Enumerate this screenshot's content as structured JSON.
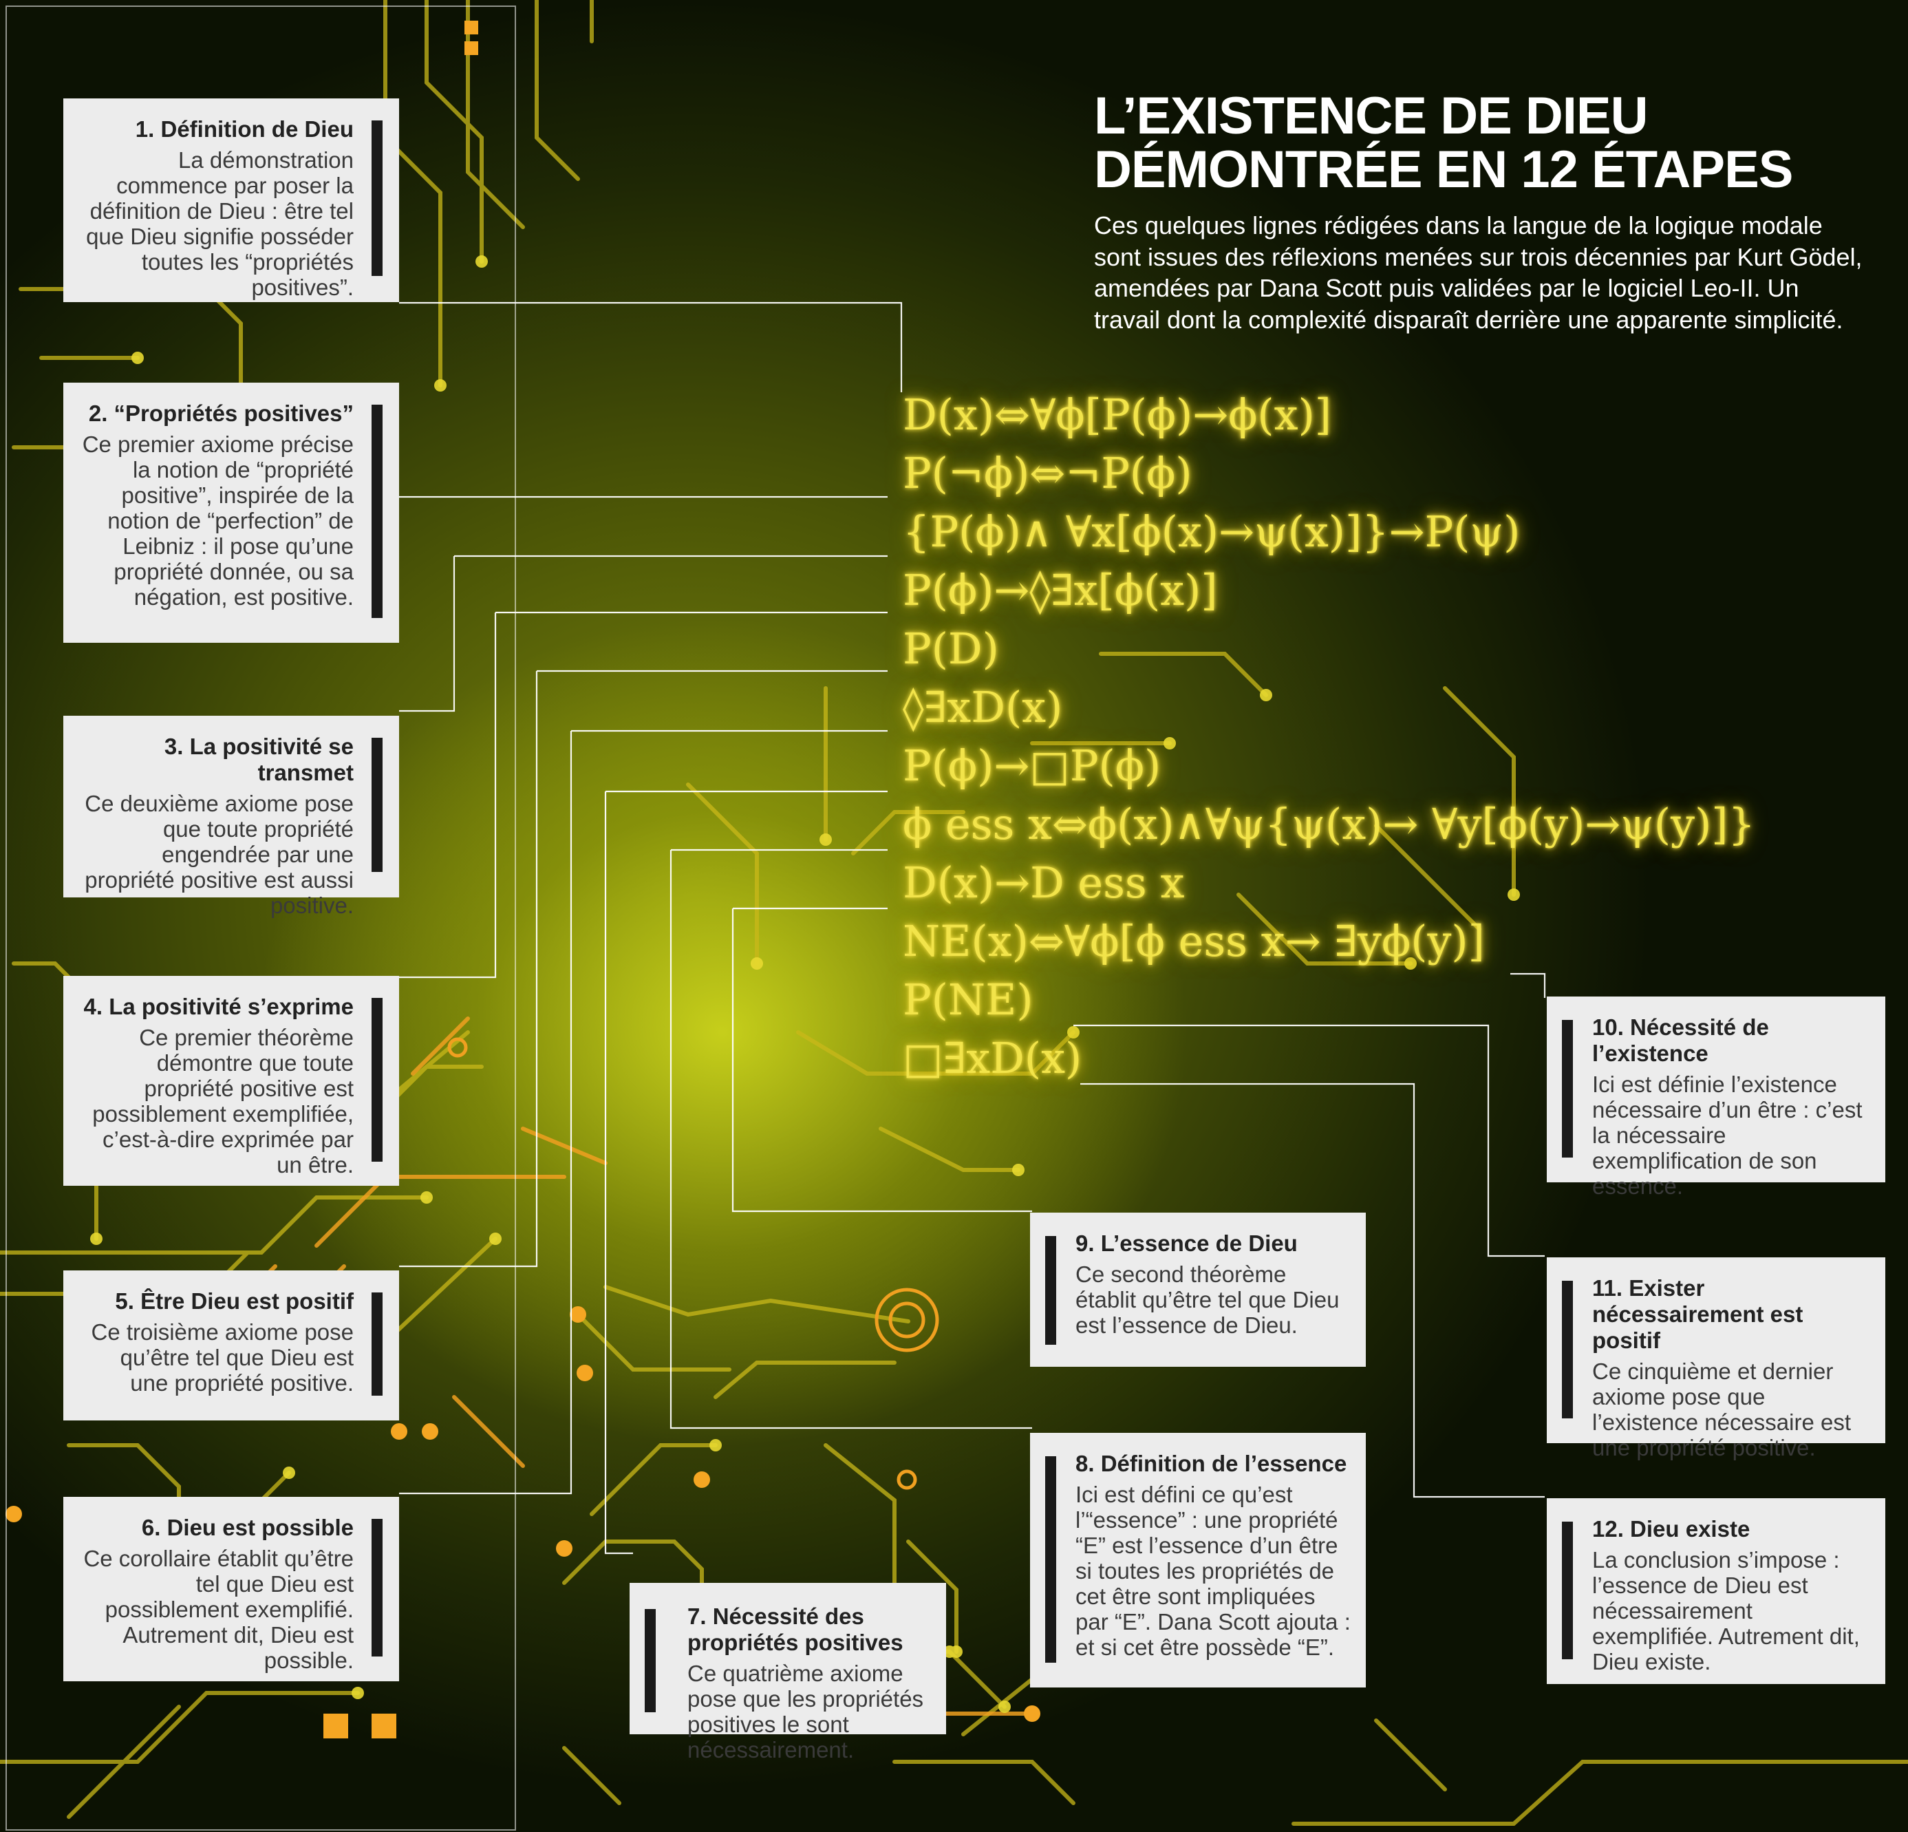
{
  "header": {
    "title_line1": "L’EXISTENCE DE DIEU",
    "title_line2": "DÉMONTRÉE EN 12 ÉTAPES",
    "intro": "Ces quelques lignes rédigées dans la langue de la logique modale sont issues des réflexions menées sur trois décennies par Kurt Gödel, amendées par Dana Scott puis validées par le logiciel Leo-II. Un travail dont la complexité disparaît derrière une apparente simplicité."
  },
  "formulas": [
    "D(x)⇔∀ϕ[P(ϕ)→ϕ(x)]",
    "P(¬ϕ)⇔¬P(ϕ)",
    "{P(ϕ)∧   ∀x[ϕ(x)→ψ(x)]}→P(ψ)",
    "P(ϕ)→◊∃x[ϕ(x)]",
    "P(D)",
    "◊∃xD(x)",
    "P(ϕ)→□P(ϕ)",
    "ϕ ess x⇔ϕ(x)∧∀ψ{ψ(x)→   ∀y[ϕ(y)→ψ(y)]}",
    "D(x)→D ess x",
    "NE(x)⇔∀ϕ[ϕ ess x→   ∃yϕ(y)]",
    "P(NE)",
    "□∃xD(x)"
  ],
  "steps": [
    {
      "title": "1. Définition de Dieu",
      "text": "La démonstration commence par poser la définition de Dieu : être tel que Dieu signifie posséder toutes les “propriétés positives”."
    },
    {
      "title": "2. “Propriétés positives”",
      "text": "Ce premier axiome précise la notion de “propriété positive”, inspirée de la notion de “perfection” de Leibniz : il pose qu’une propriété donnée, ou sa négation, est positive."
    },
    {
      "title": "3. La positivité se transmet",
      "text": "Ce deuxième axiome pose que toute propriété engendrée par une propriété positive est aussi positive."
    },
    {
      "title": "4. La positivité s’exprime",
      "text": "Ce premier théorème démontre que toute propriété positive est possiblement exemplifiée, c’est-à-dire exprimée par un être."
    },
    {
      "title": "5. Être Dieu est positif",
      "text": "Ce troisième axiome pose qu’être tel que Dieu est une propriété positive."
    },
    {
      "title": "6. Dieu est possible",
      "text": "Ce corollaire établit qu’être tel que Dieu est possiblement exemplifié. Autrement dit, Dieu est possible."
    },
    {
      "title": "7. Nécessité des propriétés positives",
      "text": "Ce quatrième axiome pose que les propriétés positives le sont nécessairement."
    },
    {
      "title": "8. Définition de l’essence",
      "text": "Ici est défini ce qu’est l’“essence” : une propriété “E” est l’essence d’un être si toutes les propriétés de cet être sont impliquées par “E”. Dana Scott ajouta : et si cet être possède “E”."
    },
    {
      "title": "9. L’essence de Dieu",
      "text": "Ce second théorème établit qu’être tel que Dieu est l’essence de Dieu."
    },
    {
      "title": "10. Nécessité de l’existence",
      "text": "Ici est définie l’existence nécessaire d’un être : c’est la nécessaire exemplification de son essence."
    },
    {
      "title": "11. Exister nécessairement est positif",
      "text": "Ce cinquième et dernier axiome pose que l’existence nécessaire est une propriété positive."
    },
    {
      "title": "12. Dieu existe",
      "text": "La conclusion s’impose : l’essence de Dieu est nécessairement exemplifiée. Autrement dit, Dieu existe."
    }
  ],
  "colors": {
    "formula": "#f2e44a",
    "box": "#ececec",
    "circuit": "#d4c21a",
    "accent_orange": "#f0a020"
  }
}
